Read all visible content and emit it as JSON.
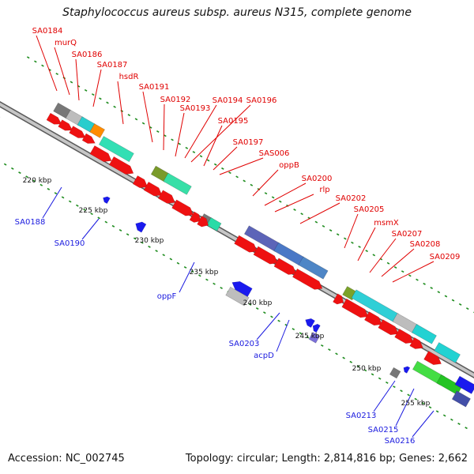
{
  "title": "Staphylococcus aureus subsp. aureus N315, complete genome",
  "footer": {
    "accession": "Accession: NC_002745",
    "stats": "Topology: circular; Length: 2,814,816 bp; Genes: 2,662"
  },
  "colors": {
    "backbone": "#8a8a8a",
    "tick": "#1e8c1e",
    "forward_label": "#e00000",
    "reverse_label": "#1a1adf",
    "arrow_forward": "#ee1111",
    "arrow_reverse": "#1a1aee"
  },
  "scale_labels": [
    "220 kbp",
    "225 kbp",
    "230 kbp",
    "235 kbp",
    "240 kbp",
    "245 kbp",
    "250 kbp",
    "255 kbp"
  ],
  "forward_labels": [
    "SA0184",
    "murQ",
    "SA0186",
    "SA0187",
    "hsdR",
    "SA0191",
    "SA0192",
    "SA0193",
    "SA0194",
    "SA0196",
    "SA0195",
    "SA0197",
    "SAS006",
    "oppB",
    "SA0200",
    "rlp",
    "SA0202",
    "SA0205",
    "msmX",
    "SA0207",
    "SA0208",
    "SA0209"
  ],
  "reverse_labels": [
    "SA0188",
    "SA0190",
    "oppF",
    "SA0203",
    "acpD",
    "SA0213",
    "SA0215",
    "SA0216"
  ]
}
